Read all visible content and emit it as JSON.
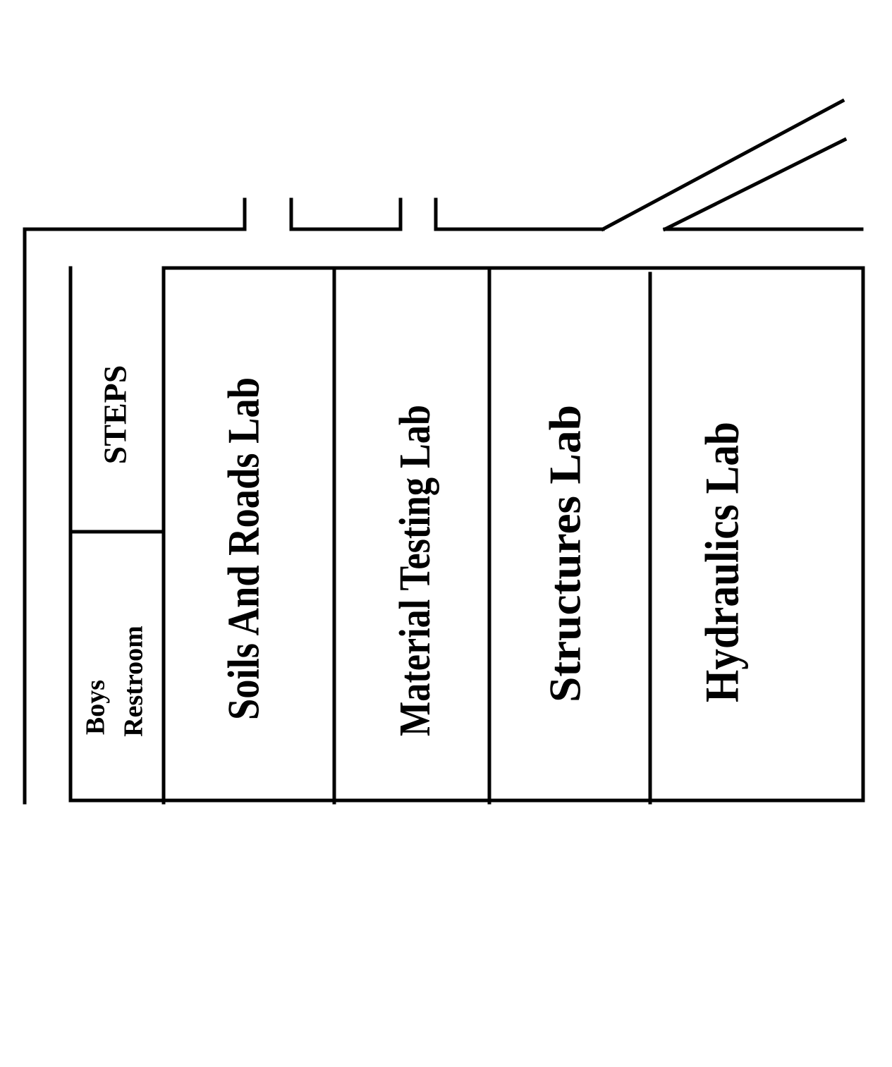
{
  "floor_plan": {
    "rooms": {
      "steps": "STEPS",
      "boys_restroom_line1": "Boys",
      "boys_restroom_line2": "Restroom",
      "soils_roads_lab": "Soils And Roads Lab",
      "material_testing_lab": "Material Testing Lab",
      "structures_lab": "Structures Lab",
      "hydraulics_lab": "Hydraulics Lab"
    },
    "colors": {
      "line": "#000000",
      "background": "#ffffff"
    }
  }
}
